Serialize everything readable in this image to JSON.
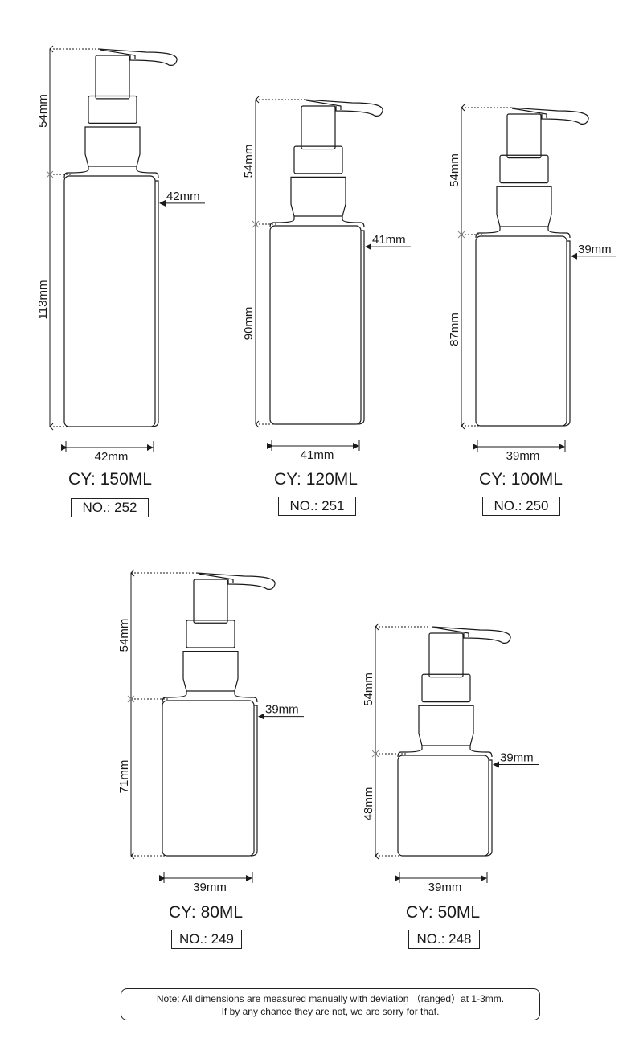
{
  "bottles": [
    {
      "capacity": "CY: 150ML",
      "number": "NO.: 252",
      "height_pump": "54mm",
      "height_body": "113mm",
      "width": "42mm",
      "side_width": "42mm"
    },
    {
      "capacity": "CY: 120ML",
      "number": "NO.: 251",
      "height_pump": "54mm",
      "height_body": "90mm",
      "width": "41mm",
      "side_width": "41mm"
    },
    {
      "capacity": "CY: 100ML",
      "number": "NO.: 250",
      "height_pump": "54mm",
      "height_body": "87mm",
      "width": "39mm",
      "side_width": "39mm"
    },
    {
      "capacity": "CY: 80ML",
      "number": "NO.: 249",
      "height_pump": "54mm",
      "height_body": "71mm",
      "width": "39mm",
      "side_width": "39mm"
    },
    {
      "capacity": "CY: 50ML",
      "number": "NO.: 248",
      "height_pump": "54mm",
      "height_body": "48mm",
      "width": "39mm",
      "side_width": "39mm"
    }
  ],
  "note": {
    "line1": "Note: All dimensions are measured manually with deviation （ranged）at 1-3mm.",
    "line2": "If by any chance they are not, we are sorry for that."
  }
}
